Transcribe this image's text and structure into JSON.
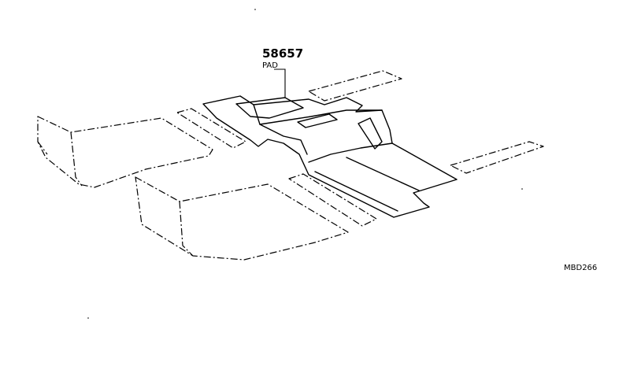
{
  "callout": {
    "part_number": "58657",
    "part_name": "PAD"
  },
  "figure_code": "MBD266"
}
